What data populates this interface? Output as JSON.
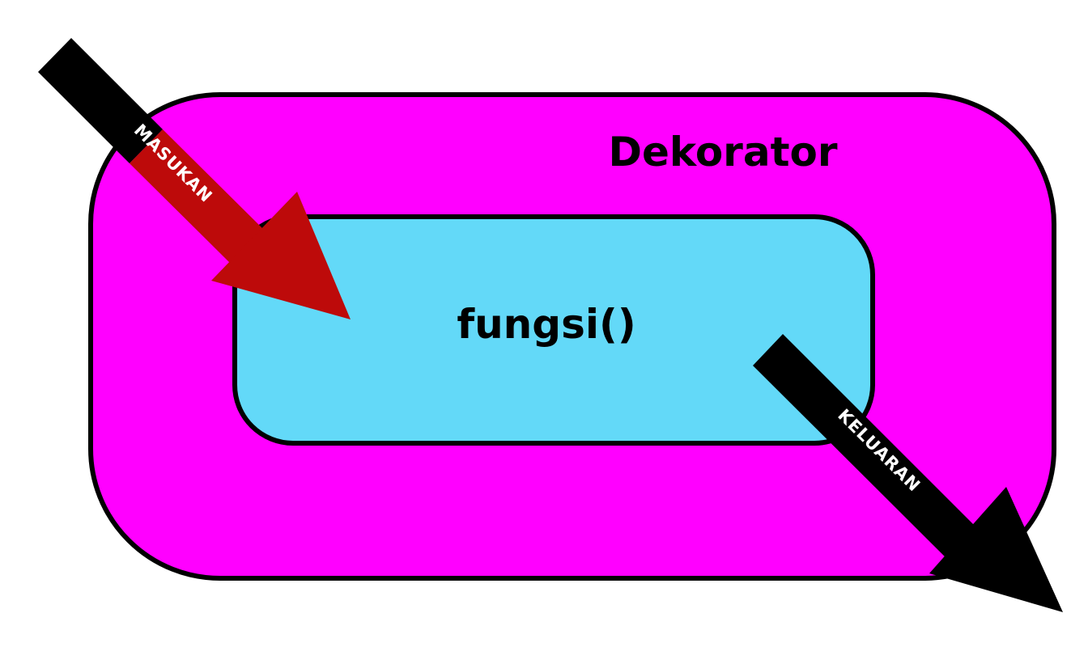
{
  "outer_box": {
    "label": "Dekorator",
    "fill": "#ff00ff",
    "stroke": "#000000"
  },
  "inner_box": {
    "label": "fungsi()",
    "fill": "#63d9f8",
    "stroke": "#000000"
  },
  "input_arrow": {
    "label": "MASUKAN",
    "shaft_color": "#000000",
    "head_color": "#bd0a0a",
    "label_color": "#ffffff"
  },
  "output_arrow": {
    "label": "KELUARAN",
    "color": "#000000",
    "label_color": "#ffffff"
  }
}
